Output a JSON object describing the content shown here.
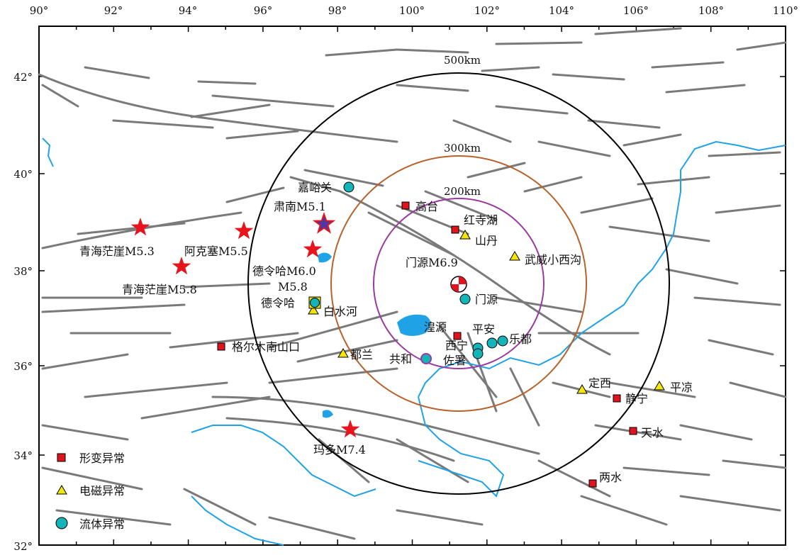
{
  "title": "",
  "axes": {
    "lon_ticks": [
      "90°",
      "92°",
      "94°",
      "96°",
      "98°",
      "100°",
      "102°",
      "104°",
      "106°",
      "108°",
      "110°"
    ],
    "lat_ticks": [
      "42°",
      "40°",
      "38°",
      "36°",
      "34°",
      "32°"
    ]
  },
  "rings": {
    "r500": "500km",
    "r300": "300km",
    "r200": "200km"
  },
  "epicenter": {
    "label": "门源M6.9",
    "lon": 101.27,
    "lat": 37.77
  },
  "deformation_sites": [
    {
      "name": "高台",
      "lon": 99.8,
      "lat": 39.4
    },
    {
      "name": "红寺湖",
      "lon": 101.1,
      "lat": 38.9
    },
    {
      "name": "湟源",
      "lon": 101.1,
      "lat": 36.65
    },
    {
      "name": "格尔木南山口",
      "lon": 94.8,
      "lat": 36.45
    },
    {
      "name": "静宁",
      "lon": 105.5,
      "lat": 35.3
    },
    {
      "name": "天水",
      "lon": 105.7,
      "lat": 34.55
    },
    {
      "name": "两水",
      "lon": 104.8,
      "lat": 33.45
    }
  ],
  "electromagnetic_sites": [
    {
      "name": "山丹",
      "lon": 101.3,
      "lat": 38.8
    },
    {
      "name": "武威小西沟",
      "lon": 102.7,
      "lat": 38.35
    },
    {
      "name": "白水河",
      "lon": 97.3,
      "lat": 37.2
    },
    {
      "name": "都兰",
      "lon": 98.2,
      "lat": 36.25
    },
    {
      "name": "定西",
      "lon": 104.5,
      "lat": 35.5
    },
    {
      "name": "平凉",
      "lon": 106.6,
      "lat": 35.55
    }
  ],
  "fluid_sites": [
    {
      "name": "嘉峪关",
      "lon": 98.3,
      "lat": 39.8
    },
    {
      "name": "门源",
      "lon": 101.4,
      "lat": 37.45
    },
    {
      "name": "德令哈",
      "lon": 97.3,
      "lat": 37.4
    },
    {
      "name": "平安",
      "lon": 102.1,
      "lat": 36.5
    },
    {
      "name": "乐都",
      "lon": 102.3,
      "lat": 36.55
    },
    {
      "name": "西宁",
      "lon": 101.7,
      "lat": 36.4
    },
    {
      "name": "佐署",
      "lon": 101.7,
      "lat": 36.3
    },
    {
      "name": "共和",
      "lon": 100.3,
      "lat": 36.15
    }
  ],
  "earthquakes": [
    {
      "label": "青海茫崖M5.3",
      "lon": 92.6,
      "lat": 38.95
    },
    {
      "label": "阿克塞M5.5",
      "lon": 95.4,
      "lat": 38.9
    },
    {
      "label": "青海茫崖M5.8",
      "lon": 93.8,
      "lat": 38.15
    },
    {
      "label": "德令哈M6.0",
      "lon": 97.3,
      "lat": 38.5
    },
    {
      "label": "肃南M5.1",
      "lon": 97.6,
      "lat": 39.05
    },
    {
      "label": "玛多M7.4",
      "lon": 98.3,
      "lat": 34.6
    }
  ],
  "extra_labels": {
    "delingha_m58": "M5.8"
  },
  "legend": {
    "deformation": "形变异常",
    "electromagnetic": "电磁异常",
    "fluid": "流体异常"
  },
  "colors": {
    "deformation": "#e0141e",
    "electromagnetic": "#f2e60a",
    "fluid": "#14b4b9",
    "quake_star": "#e8131c",
    "suinan_star": "#4b3aa6",
    "ring500": "#000000",
    "ring300": "#b8612a",
    "ring200": "#9a3aa0",
    "fault": "#7a7a7a",
    "water": "#1fa3e6"
  }
}
